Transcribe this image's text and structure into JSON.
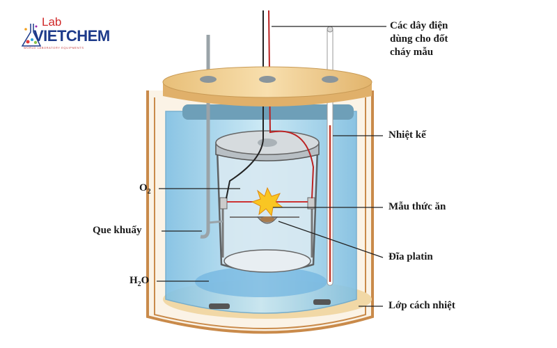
{
  "logo": {
    "lab": "Lab",
    "name": "VIETCHEM",
    "tagline": "WORLD LABORATORY EQUIPMENTS"
  },
  "labels": {
    "wires": [
      "Các dây điện",
      "dùng cho đốt",
      "cháy mẫu"
    ],
    "thermometer": "Nhiệt kế",
    "oxygen": "O",
    "oxygen_sub": "2",
    "sample": "Mẫu thức ăn",
    "stirrer": "Que khuấy",
    "platinum_dish": "Đĩa platin",
    "water": "H",
    "water_sub": "2",
    "water_tail": "O",
    "insulation": "Lớp cách nhiệt"
  },
  "colors": {
    "lid": "#f3d49a",
    "jacket": "#c98a4a",
    "water": "#9fd3ee",
    "bomb": "#d9dde0"
  }
}
